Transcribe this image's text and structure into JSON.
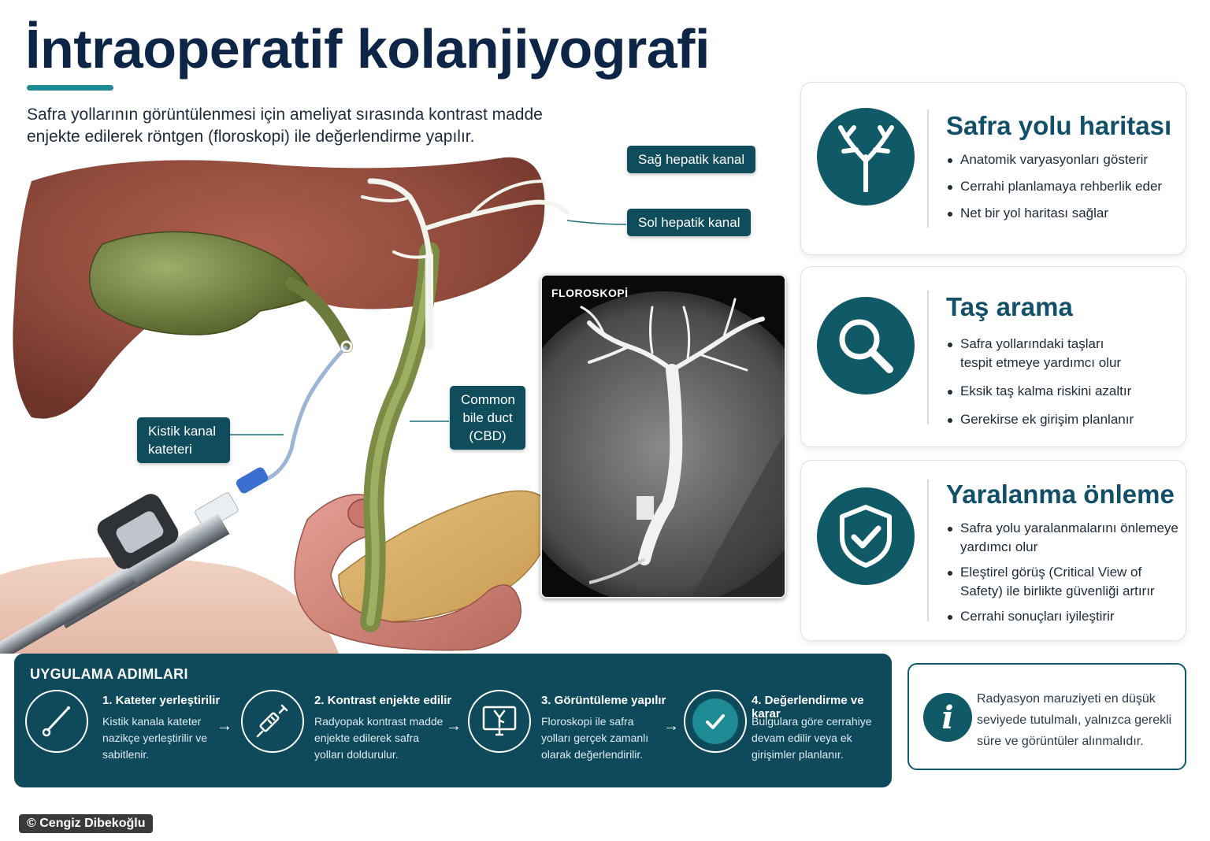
{
  "header": {
    "title": "İntraoperatif kolanjiyografi",
    "intro": "Safra yollarının görüntülenmesi için ameliyat sırasında kontrast madde enjekte edilerek röntgen (floroskopi) ile değerlendirme yapılır."
  },
  "illustration": {
    "labels": {
      "right_hepatic": "Sağ hepatik kanal",
      "left_hepatic": "Sol hepatik kanal",
      "cbd_line1": "Common",
      "cbd_line2": "bile duct",
      "cbd_line3": "(CBD)",
      "catheter_line1": "Kistik kanal",
      "catheter_line2": "kateteri"
    },
    "fluoroscopy_label": "FLOROSKOPİ"
  },
  "cards": [
    {
      "icon": "biliary-tree-icon",
      "title": "Safra yolu haritası",
      "bullets": [
        "Anatomik varyasyonları gösterir",
        "Cerrahi planlamaya rehberlik eder",
        "Net bir yol haritası sağlar"
      ]
    },
    {
      "icon": "magnifier-icon",
      "title": "Taş arama",
      "bullets": [
        "Safra yollarındaki taşları tespit etmeye yardımcı olur",
        "Eksik taş kalma riskini azaltır",
        "Gerekirse ek girişim planlanır"
      ]
    },
    {
      "icon": "shield-check-icon",
      "title": "Yaralanma önleme",
      "bullets": [
        "Safra yolu yaralanmalarını önlemeye yardımcı olur",
        "Eleştirel görüş (Critical View of Safety) ile birlikte güvenliği artırır",
        "Cerrahi sonuçları iyileştirir"
      ]
    }
  ],
  "steps": {
    "title": "UYGULAMA ADIMLARI",
    "items": [
      {
        "icon": "catheter-icon",
        "title": "1. Kateter yerleştirilir",
        "text": "Kistik kanala kateter nazikçe yerleştirilir ve sabitlenir."
      },
      {
        "icon": "syringe-icon",
        "title": "2. Kontrast enjekte edilir",
        "text": "Radyopak kontrast madde enjekte edilerek safra yolları doldurulur."
      },
      {
        "icon": "monitor-icon",
        "title": "3. Görüntüleme yapılır",
        "text": "Floroskopi ile safra yolları gerçek zamanlı olarak değerlendirilir."
      },
      {
        "icon": "check-icon",
        "title": "4. Değerlendirme ve karar",
        "text": "Bulgulara göre cerrahiye devam edilir veya ek girişimler planlanır."
      }
    ]
  },
  "note": {
    "icon": "info-icon",
    "text": "Radyasyon maruziyeti en düşük seviyede tutulmalı, yalnızca gerekli süre ve görüntüler alınmalıdır."
  },
  "credit": "© Cengiz Dibekoğlu",
  "colors": {
    "brand_dark": "#0f4a5c",
    "teal": "#0f5a66",
    "accent": "#1e8a93",
    "title": "#0d2547"
  }
}
